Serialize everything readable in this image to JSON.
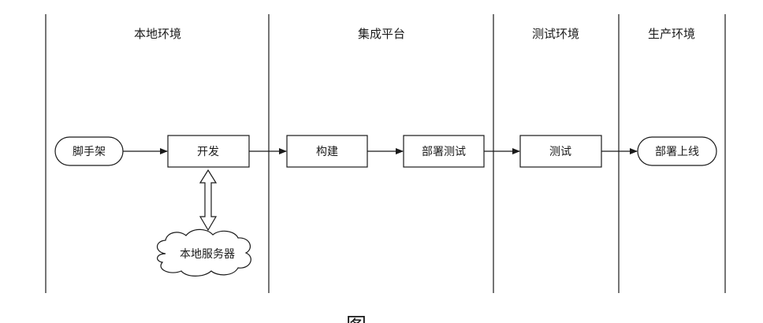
{
  "lanes": [
    {
      "title": "本地环境"
    },
    {
      "title": "集成平台"
    },
    {
      "title": "测试环境"
    },
    {
      "title": "生产环境"
    }
  ],
  "nodes": {
    "scaffold": "脚手架",
    "develop": "开发",
    "build": "构建",
    "deploy_test": "部署测试",
    "test": "测试",
    "deploy_prod": "部署上线",
    "local_server": "本地服务器"
  },
  "caption": "图"
}
